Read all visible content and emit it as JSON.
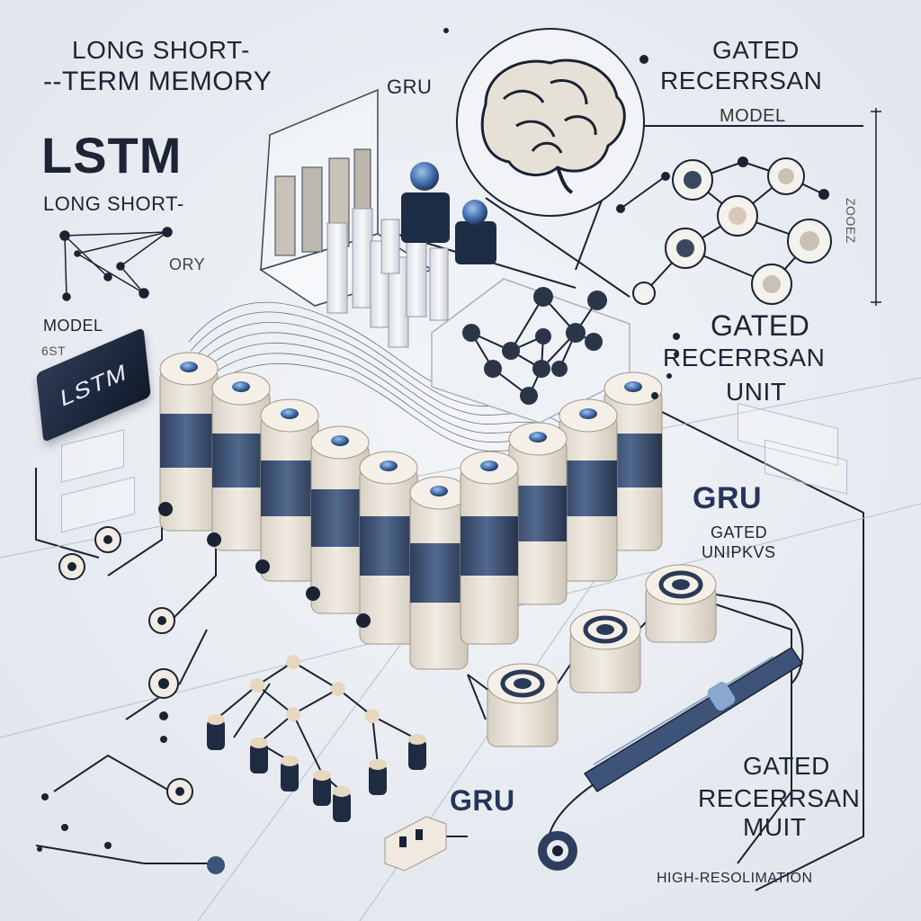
{
  "texts": {
    "title_line1": "LONG SHORT-",
    "title_line2": "--TERM MEMORY",
    "lstm_big": "LSTM",
    "long_short": "LONG SHORT-",
    "ory": "ORY",
    "model_left": "MODEL",
    "small_code": "6ST",
    "lstm_badge": "LSTM",
    "gru_top": "GRU",
    "gated_top_line1": "GATED",
    "gated_top_line2": "RECERRSAN",
    "model_right": "MODEL",
    "gated_mid_line1": "GATED",
    "gated_mid_line2": "RECERRSAN",
    "gated_mid_line3": "UNIT",
    "gru_mid": "GRU",
    "gru_mid_sub1": "GATED",
    "gru_mid_sub2": "UNIPKVS",
    "gru_bottom": "GRU",
    "gated_bot_line1": "GATED",
    "gated_bot_line2": "RECERRSAN",
    "gated_bot_line3": "MUIT",
    "high_res": "HIGH-RESOLIMATION",
    "side_vertical": "ZOOEZ"
  },
  "colors": {
    "accent_navy": "#3d5478",
    "cream": "#ece6dc",
    "line": "#1a2233",
    "background": "#e7ebf1"
  },
  "icons": {
    "brain": "brain-icon",
    "node": "network-node-icon"
  }
}
